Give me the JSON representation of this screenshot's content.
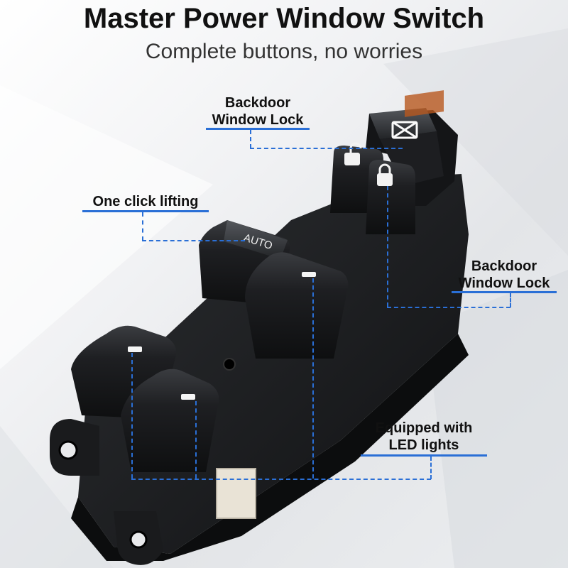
{
  "header": {
    "title": "Master Power Window Switch",
    "subtitle": "Complete buttons, no worries"
  },
  "callouts": {
    "top_lock": {
      "line1": "Backdoor",
      "line2": "Window Lock"
    },
    "one_click": {
      "line1": "One click lifting"
    },
    "right_lock": {
      "line1": "Backdoor",
      "line2": "Window Lock"
    },
    "led": {
      "line1": "Equipped with",
      "line2": "LED lights"
    }
  },
  "product": {
    "auto_button_label": "AUTO"
  },
  "colors": {
    "accent": "#2a6fd6",
    "switch_body": "#1b1c1e",
    "led": "#f5f5f5",
    "lock_stripe": "#b8581e"
  }
}
